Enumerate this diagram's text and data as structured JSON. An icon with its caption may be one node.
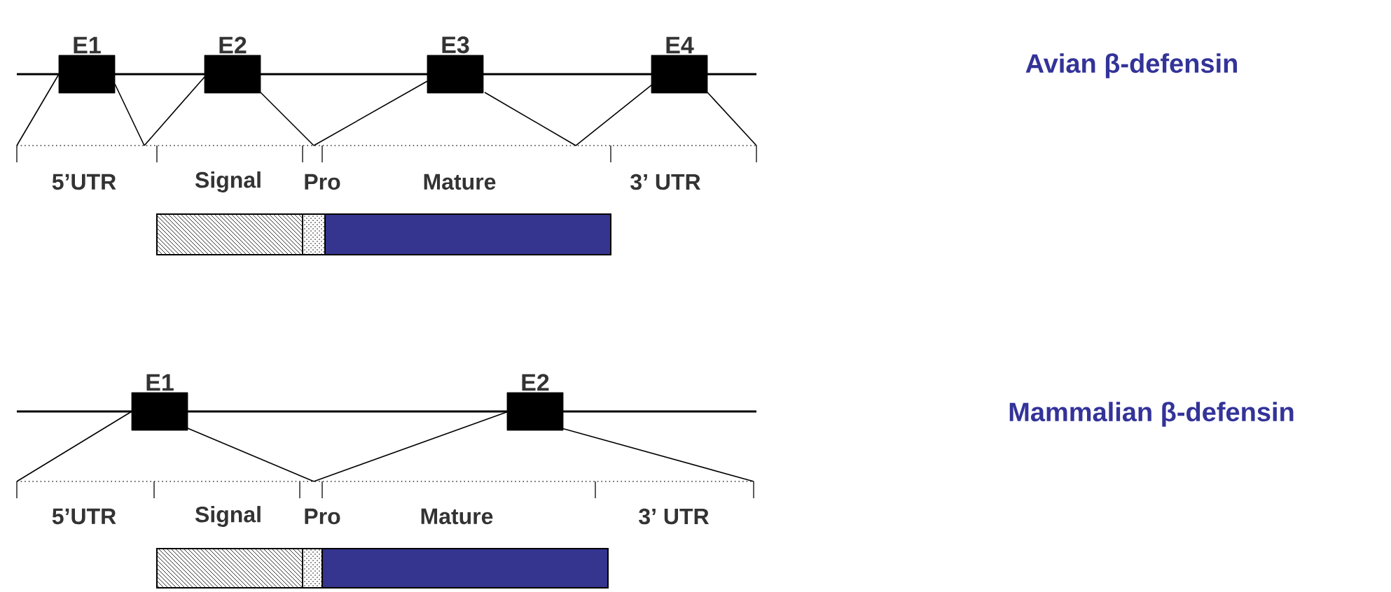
{
  "diagram": {
    "nodes": [
      {
        "text": [
          "E1"
        ]
      },
      {
        "text": [
          "E2"
        ]
      },
      {
        "text": [
          "E3"
        ]
      },
      {
        "text": [
          "E4"
        ]
      },
      {
        "text": [
          "E1"
        ]
      },
      {
        "text": [
          "E2"
        ]
      }
    ],
    "labels": [
      "Avian β-defensin",
      "5’UTR",
      "Signal",
      "Pro",
      "Mature",
      "3’ UTR",
      "Mammalian β-defensin",
      "5’UTR",
      "Signal",
      "Pro",
      "Mature",
      "3’ UTR"
    ]
  }
}
